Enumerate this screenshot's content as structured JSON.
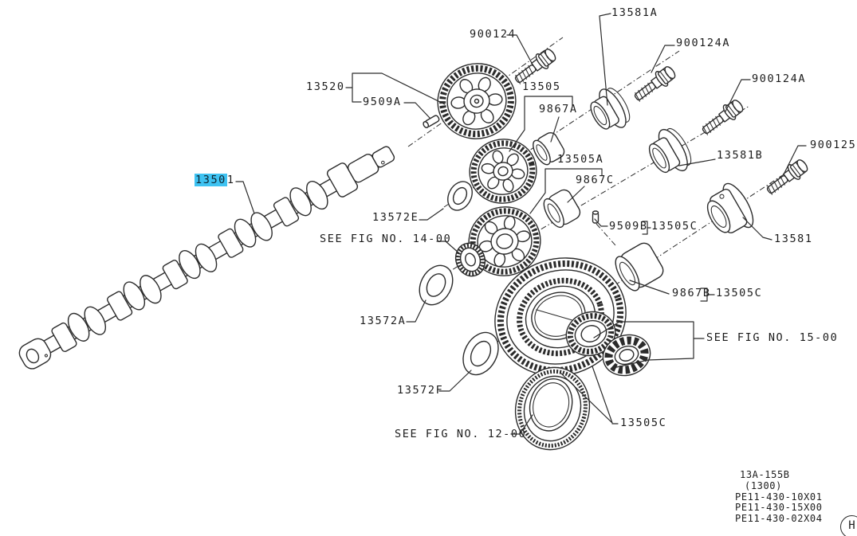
{
  "figure_type": "parts-exploded-diagram",
  "colors": {
    "line": "#2b2b2b",
    "text": "#1c1c1c",
    "selection_highlight": "#3fc3f2",
    "background": "#ffffff"
  },
  "highlight": {
    "part": "13501",
    "selected": "1350",
    "trailing": "1"
  },
  "labels": [
    {
      "text": "900124"
    },
    {
      "text": "13520"
    },
    {
      "text": "9509A"
    },
    {
      "text": "13505"
    },
    {
      "text": "9867A"
    },
    {
      "text": "13581A"
    },
    {
      "text": "900124A"
    },
    {
      "text": "900124A"
    },
    {
      "text": "900125"
    },
    {
      "text": "13581B"
    },
    {
      "text": "13505A"
    },
    {
      "text": "9867C"
    },
    {
      "text": "13572E"
    },
    {
      "text": "9509B"
    },
    {
      "text": "13505C"
    },
    {
      "text": "13581"
    },
    {
      "text": "SEE FIG NO. 14-00"
    },
    {
      "text": "13572A"
    },
    {
      "text": "9867B"
    },
    {
      "text": "13505C"
    },
    {
      "text": "SEE FIG NO. 15-00"
    },
    {
      "text": "13572F"
    },
    {
      "text": "SEE FIG NO. 12-00"
    },
    {
      "text": "13505C"
    }
  ],
  "footer": {
    "fig_code": "13A-155B",
    "variant": "(1300)",
    "refs": [
      "PE11-430-10X01",
      "PE11-430-15X00",
      "PE11-430-02X04"
    ]
  },
  "page_marker": "H"
}
